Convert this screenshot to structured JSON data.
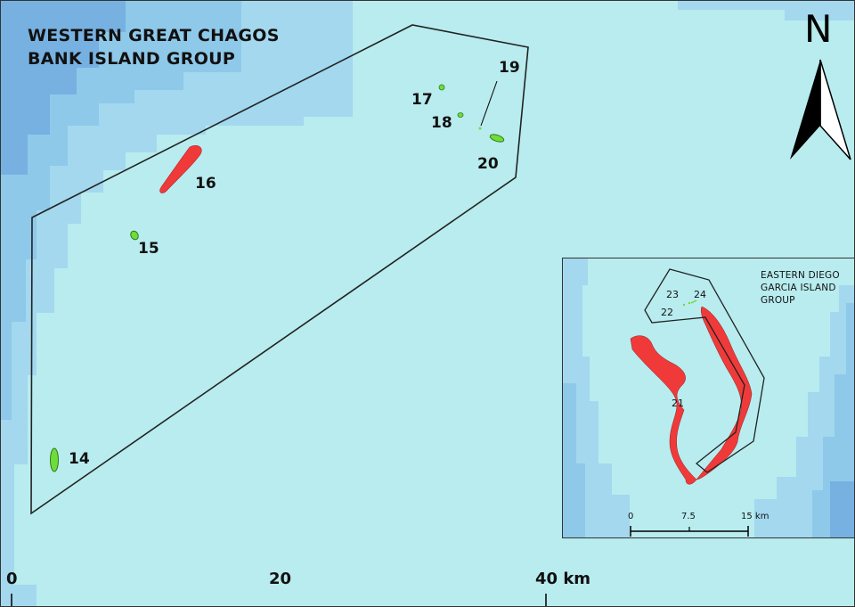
{
  "main_map": {
    "title_line1": "WESTERN GREAT CHAGOS",
    "title_line2": "BANK ISLAND GROUP",
    "north_label": "N",
    "scale_labels": [
      "0",
      "20",
      "40 km"
    ],
    "islands": [
      {
        "label": "14",
        "status": "green"
      },
      {
        "label": "15",
        "status": "green"
      },
      {
        "label": "16",
        "status": "red"
      },
      {
        "label": "17",
        "status": "green"
      },
      {
        "label": "18",
        "status": "green"
      },
      {
        "label": "19",
        "status": "green"
      },
      {
        "label": "20",
        "status": "green"
      }
    ]
  },
  "inset_map": {
    "title_line1": "EASTERN DIEGO",
    "title_line2": "GARCIA ISLAND",
    "title_line3": "GROUP",
    "scale_labels": [
      "0",
      "7.5",
      "15  km"
    ],
    "islands": [
      {
        "label": "21",
        "status": "red"
      },
      {
        "label": "22",
        "status": "green"
      },
      {
        "label": "23",
        "status": "green"
      },
      {
        "label": "24",
        "status": "green"
      }
    ]
  },
  "colors": {
    "shallow": "#b8ecef",
    "mid": "#a3d8ee",
    "mid2": "#8ec9ea",
    "deep": "#77b1e1",
    "red_island": "#f03a3a",
    "green_island": "#6fdc3a",
    "outline": "#222222"
  }
}
